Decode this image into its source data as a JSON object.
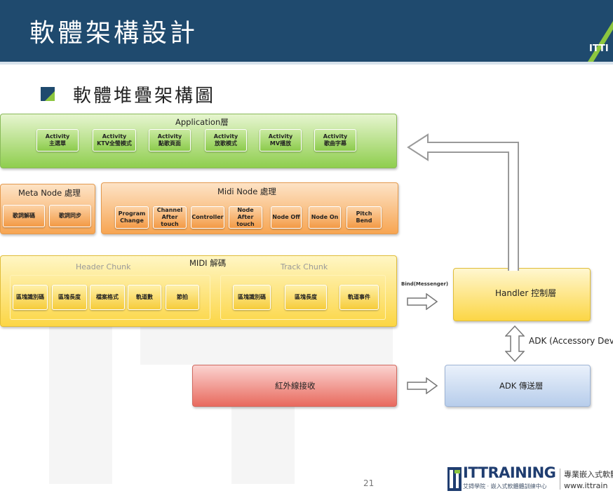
{
  "header": {
    "title": "軟體架構設計",
    "logo_text": "ITTI"
  },
  "subtitle": "軟體堆疊架構圖",
  "layers": {
    "application": {
      "title": "Application層",
      "items": [
        "Activity\n主選單",
        "Activity\nKTV全螢模式",
        "Activity\n點歌頁面",
        "Activity\n放歌模式",
        "Activity\nMV播放",
        "Activity\n歌曲字幕"
      ]
    },
    "meta_node": {
      "title": "Meta Node 處理",
      "items": [
        "歌詞解碼",
        "歌詞同步"
      ]
    },
    "midi_node": {
      "title": "Midi Node 處理",
      "items": [
        "Program\nChange",
        "Channel\nAfter touch",
        "Controller",
        "Node\nAfter touch",
        "Node Off",
        "Node On",
        "Pitch Bend"
      ]
    },
    "midi_decode": {
      "title": "MIDI 解碼",
      "header_chunk": {
        "title": "Header Chunk",
        "items": [
          "區塊識別碼",
          "區塊長度",
          "檔案格式",
          "軌道數",
          "節拍"
        ]
      },
      "track_chunk": {
        "title": "Track Chunk",
        "items": [
          "區塊識別碼",
          "區塊長度",
          "軌道事件"
        ]
      }
    },
    "ir": {
      "title": "紅外線接收"
    },
    "handler": {
      "title": "Handler 控制層"
    },
    "adk": {
      "title": "ADK 傳送層"
    }
  },
  "labels": {
    "bind": "Bind(Messenger)",
    "adk_note": "ADK (Accessory Dev"
  },
  "footer": {
    "page_number": "21",
    "brand": "ITTRAINING",
    "brand_sub": "艾鍀學院 ‧ 嵌入式軟體體訓練中心",
    "tagline": "專業嵌入式軟體",
    "url": "www.ittrain"
  },
  "colors": {
    "header": "#1f4a6e",
    "accent": "#8cc63f",
    "application": "#8fce4e",
    "node": "#f7a552",
    "decode": "#fcd645",
    "ir": "#e86a5e",
    "adk": "#b7cdeb"
  }
}
